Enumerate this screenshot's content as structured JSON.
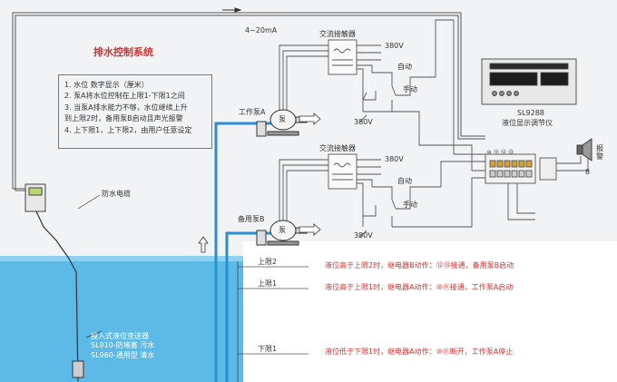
{
  "title": "排水控制系统",
  "current_label": "4~20mA",
  "notes": [
    "1. 水位  数字显示（厘米）",
    "2. 泵A将水位控制在上限1-下限1之间",
    "3. 当泵A排水能力不够，水位继续上升",
    "    到上限2时，备用泵B启动且声光报警",
    "4. 上下限1，上下限2，由用户任意设定"
  ],
  "contactor_label": "交流接触器",
  "voltage": "380V",
  "auto_label": "自动",
  "manual_label": "手动",
  "pump_label": "泵",
  "pump_a_label": "工作泵A",
  "pump_b_label": "备用泵B",
  "cable_label": "防水电缆",
  "instrument_model": "SL9288",
  "instrument_name": "液位显示调节仪",
  "alarm_label": "报警",
  "alarm_number": "8",
  "levels": {
    "upper2": "上限2",
    "upper1": "上限1",
    "lower1": "下限1"
  },
  "actions": {
    "upper2": "液位高于上限2时，继电器B动作：⑫⑬接通，备用泵B启动",
    "upper1": "液位高于上限1时，继电器A动作：⑩⑪接通，工作泵A启动",
    "lower1": "液位低于下限1时，继电器A动作：⑩⑪断开，工作泵A停止"
  },
  "sensor_caption": [
    "投入式液位变送器",
    "SL910-防堵塞  污水",
    "SL960-通用型  清水"
  ],
  "terminal_numbers": [
    "⑩",
    "⑪",
    "⑫",
    "⑬"
  ]
}
